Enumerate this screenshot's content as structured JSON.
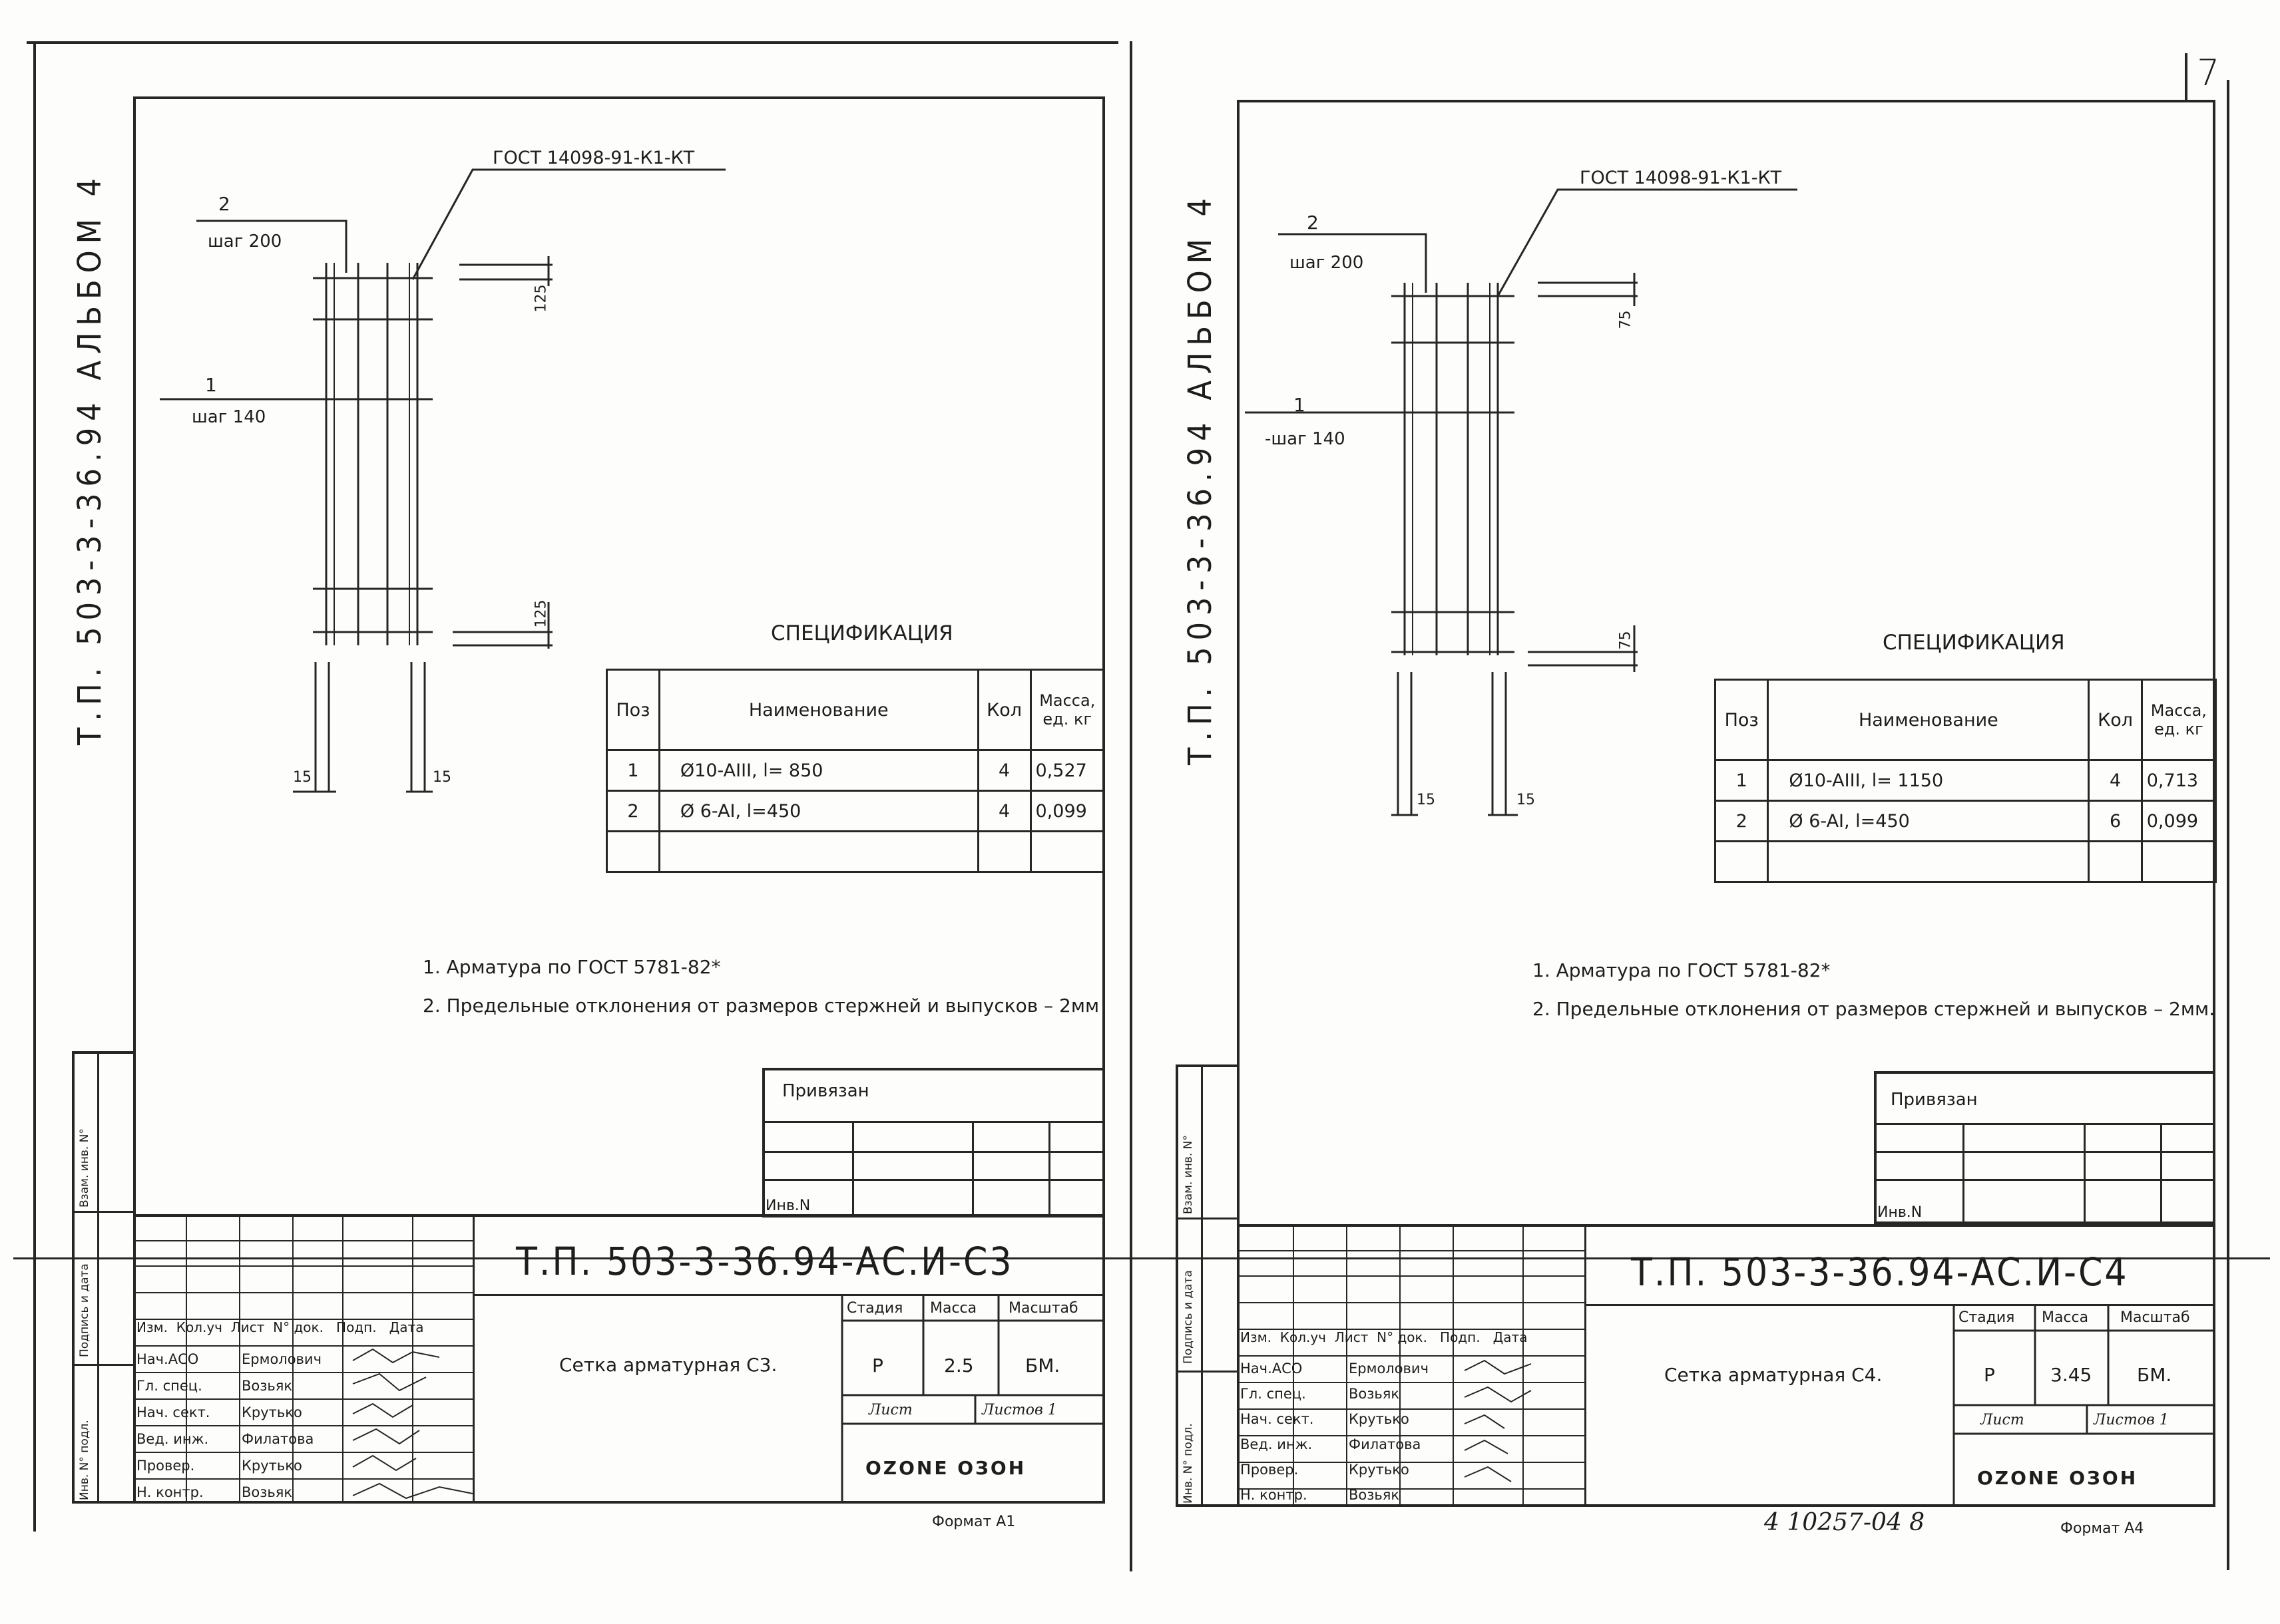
{
  "sheet_number": "7",
  "footer_handwritten": "4 10257-04  8",
  "sheets": [
    {
      "album_label": "Т.П. 503-3-36.94  АЛЬБОМ 4",
      "leader_gost": "ГОСТ 14098-91-К1-КТ",
      "pos2_label": "2",
      "pos2_step": "шаг 200",
      "pos1_label": "1",
      "pos1_step": "шаг 140",
      "dim_top": "125",
      "dim_bottom": "125",
      "dim_left": "15",
      "dim_right": "15",
      "spec_title": "СПЕЦИФИКАЦИЯ",
      "spec_headers": [
        "Поз",
        "Наименование",
        "Кол",
        "Масса, ед. кг"
      ],
      "spec_rows": [
        [
          "1",
          "Ø10-AIII, l= 850",
          "4",
          "0,527"
        ],
        [
          "2",
          "Ø 6-AI, l=450",
          "4",
          "0,099"
        ],
        [
          "",
          "",
          "",
          ""
        ]
      ],
      "notes": [
        "1. Арматура по ГОСТ 5781-82*",
        "2. Предельные отклонения от размеров стержней и выпусков – 2мм"
      ],
      "privyazan_label": "Привязан",
      "inv_label": "Инв.N",
      "side_labels": [
        "Взам. инв. N°",
        "Подпись и дата",
        "Инв. N° подл."
      ],
      "doc_code": "Т.П. 503-3-36.94-АС.И-С3",
      "title_desc": "Сетка арматурная С3.",
      "stage_header": "Стадия",
      "mass_header": "Масса",
      "scale_header": "Масштаб",
      "stage_value": "Р",
      "mass_value": "2.5",
      "scale_value": "БМ.",
      "sheet_label": "Лист",
      "sheets_label": "Листов  1",
      "stamp_headers": [
        "Изм.",
        "Кол.уч",
        "Лист",
        "N° док.",
        "Подп.",
        "Дата"
      ],
      "stamp_roles": [
        "Нач.АСО",
        "Гл. спец.",
        "Нач. сект.",
        "Вед. инж.",
        "Провер.",
        "Н. контр."
      ],
      "stamp_names": [
        "Ермолович",
        "Возьяк",
        "Крутько",
        "Филатова",
        "Крутько",
        "Возьяк"
      ],
      "logo_text": "OZONE ОЗОН",
      "format_label": "Формат А1"
    },
    {
      "album_label": "Т.П. 503-3-36.94  АЛЬБОМ 4",
      "leader_gost": "ГОСТ 14098-91-К1-КТ",
      "pos2_label": "2",
      "pos2_step": "шаг 200",
      "pos1_label": "1",
      "pos1_step": "-шаг 140",
      "dim_top": "75",
      "dim_bottom": "75",
      "dim_left": "15",
      "dim_right": "15",
      "spec_title": "СПЕЦИФИКАЦИЯ",
      "spec_headers": [
        "Поз",
        "Наименование",
        "Кол",
        "Масса, ед. кг"
      ],
      "spec_rows": [
        [
          "1",
          "Ø10-AIII, l= 1150",
          "4",
          "0,713"
        ],
        [
          "2",
          "Ø 6-AI, l=450",
          "6",
          "0,099"
        ],
        [
          "",
          "",
          "",
          ""
        ]
      ],
      "notes": [
        "1. Арматура по ГОСТ 5781-82*",
        "2. Предельные отклонения от размеров стержней и выпусков – 2мм."
      ],
      "privyazan_label": "Привязан",
      "inv_label": "Инв.N",
      "side_labels": [
        "Взам. инв. N°",
        "Подпись и дата",
        "Инв. N° подл."
      ],
      "doc_code": "Т.П. 503-3-36.94-АС.И-С4",
      "title_desc": "Сетка арматурная С4.",
      "stage_header": "Стадия",
      "mass_header": "Масса",
      "scale_header": "Масштаб",
      "stage_value": "Р",
      "mass_value": "3.45",
      "scale_value": "БМ.",
      "sheet_label": "Лист",
      "sheets_label": "Листов  1",
      "stamp_headers": [
        "Изм.",
        "Кол.уч",
        "Лист",
        "N° док.",
        "Подп.",
        "Дата"
      ],
      "stamp_roles": [
        "Нач.АСО",
        "Гл. спец.",
        "Нач. сект.",
        "Вед. инж.",
        "Провер.",
        "Н. контр."
      ],
      "stamp_names": [
        "Ермолович",
        "Возьяк",
        "Крутько",
        "Филатова",
        "Крутько",
        "Возьяк"
      ],
      "logo_text": "OZONE ОЗОН",
      "format_label": "Формат А4"
    }
  ]
}
